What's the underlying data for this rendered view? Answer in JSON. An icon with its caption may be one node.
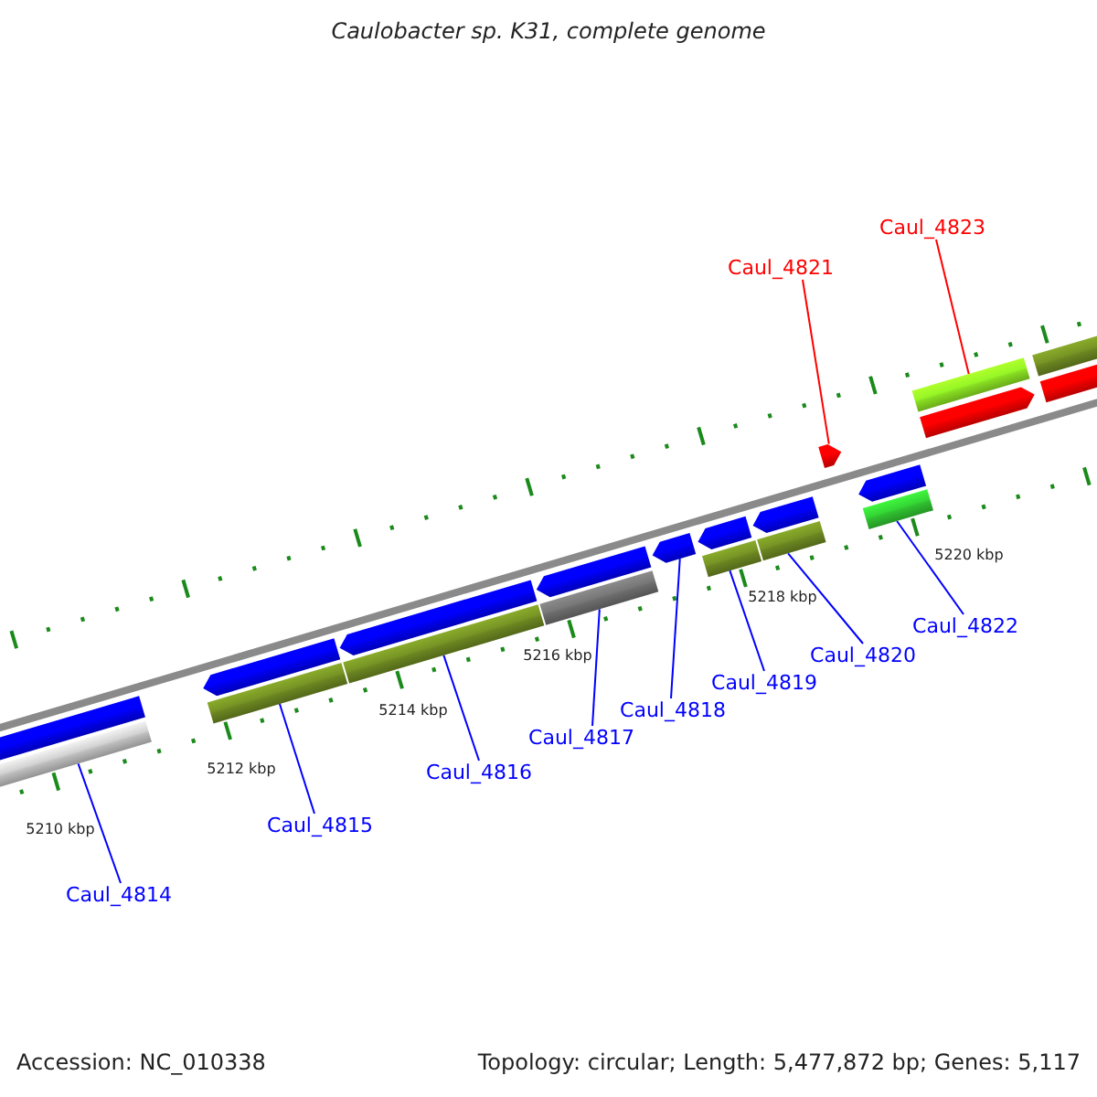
{
  "diagram": {
    "title": "Caulobacter sp. K31, complete genome",
    "nodes": [
      {
        "text": [
          "Caul_4823"
        ]
      },
      {
        "text": [
          "Caul_4821"
        ]
      },
      {
        "text": [
          "Caul_4822"
        ]
      },
      {
        "text": [
          "Caul_4820"
        ]
      },
      {
        "text": [
          "Caul_4819"
        ]
      },
      {
        "text": [
          "Caul_4818"
        ]
      },
      {
        "text": [
          "Caul_4817"
        ]
      },
      {
        "text": [
          "Caul_4816"
        ]
      },
      {
        "text": [
          "Caul_4815"
        ]
      },
      {
        "text": [
          "Caul_4814"
        ]
      },
      {
        "text": [],
        "shape": "bar"
      },
      {
        "text": [],
        "shape": "bar"
      },
      {
        "text": [],
        "shape": "bar"
      },
      {
        "text": [],
        "shape": "bar"
      },
      {
        "text": [],
        "shape": "pentagon"
      },
      {
        "text": [],
        "shape": "bar"
      },
      {
        "text": [],
        "shape": "bar"
      },
      {
        "text": [],
        "shape": "pentagon"
      },
      {
        "text": [],
        "shape": "bar"
      },
      {
        "text": [],
        "shape": "bar"
      }
    ],
    "edges": [
      {
        "from": 0,
        "to": 19,
        "arrow": "none",
        "color": "#ff0000"
      },
      {
        "from": 1,
        "to": 17,
        "arrow": "none",
        "color": "#ff0000"
      },
      {
        "from": 2,
        "to": 18,
        "arrow": "none"
      },
      {
        "from": 3,
        "to": 16,
        "arrow": "none"
      },
      {
        "from": 4,
        "to": 15,
        "arrow": "none"
      },
      {
        "from": 5,
        "to": 14,
        "arrow": "none"
      },
      {
        "from": 6,
        "to": 13,
        "arrow": "none"
      },
      {
        "from": 7,
        "to": 12,
        "arrow": "none"
      },
      {
        "from": 8,
        "to": 11,
        "arrow": "none"
      },
      {
        "from": 9,
        "to": 10,
        "arrow": "none"
      }
    ],
    "labels": [
      "5220 kbp",
      "5218 kbp",
      "5216 kbp",
      "5214 kbp",
      "5212 kbp",
      "5210 kbp",
      "Accession: NC_010338",
      "Topology: circular; Length: 5,477,872 bp; Genes: 5,117"
    ]
  }
}
